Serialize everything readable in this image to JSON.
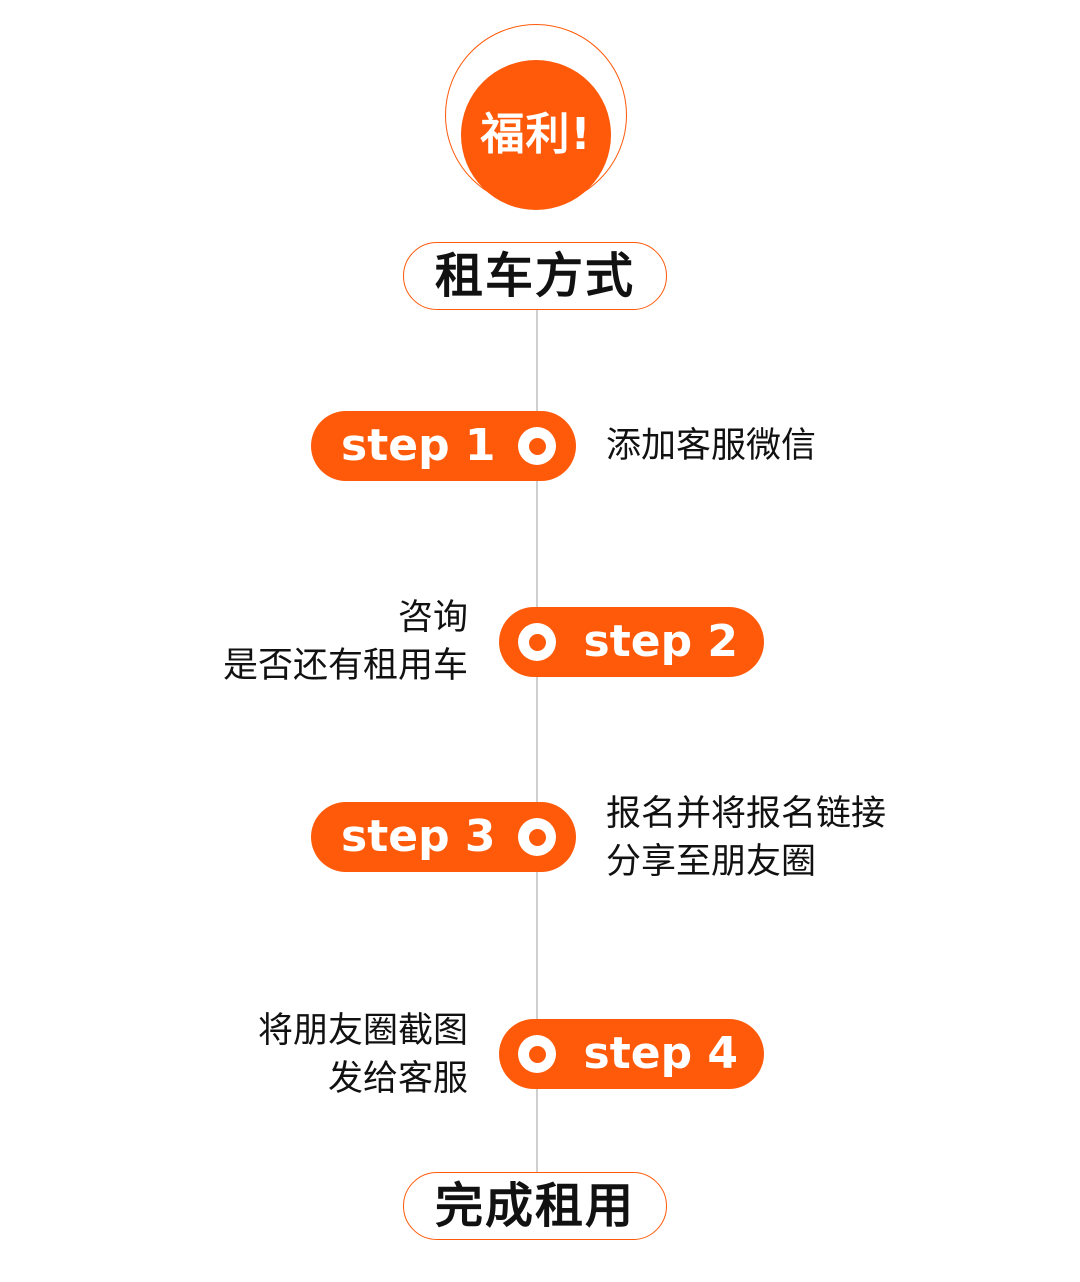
{
  "badge": {
    "text": "福利!"
  },
  "header": {
    "title": "租车方式"
  },
  "steps": [
    {
      "label": "step 1",
      "lines": [
        "添加客服微信"
      ]
    },
    {
      "label": "step 2",
      "lines": [
        "咨询",
        "是否还有租用车"
      ]
    },
    {
      "label": "step 3",
      "lines": [
        "报名并将报名链接",
        "分享至朋友圈"
      ]
    },
    {
      "label": "step 4",
      "lines": [
        "将朋友圈截图",
        "发给客服"
      ]
    }
  ],
  "footer": {
    "title": "完成租用"
  },
  "colors": {
    "accent": "#ff5a0a",
    "line": "#cfcfcf",
    "text": "#111111"
  }
}
